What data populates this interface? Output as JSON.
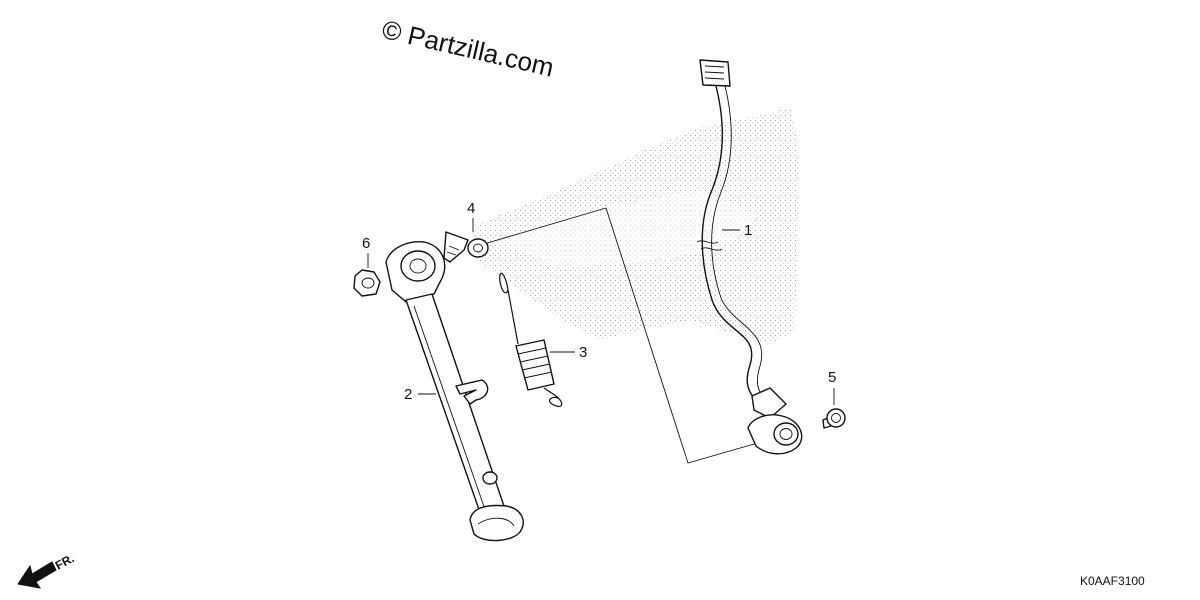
{
  "watermark": "© Partzilla.com",
  "diagram_code": "K0AAF3100",
  "front_indicator": "FR.",
  "callouts": {
    "part_1": "1",
    "part_2": "2",
    "part_3": "3",
    "part_4": "4",
    "part_5": "5",
    "part_6": "6"
  },
  "parts": [
    {
      "ref": "1",
      "name": "side stand switch with wire harness",
      "icon": "sidestand-switch-icon"
    },
    {
      "ref": "2",
      "name": "side stand",
      "icon": "sidestand-icon"
    },
    {
      "ref": "3",
      "name": "spring",
      "icon": "spring-icon"
    },
    {
      "ref": "4",
      "name": "pivot bolt",
      "icon": "bolt-icon"
    },
    {
      "ref": "5",
      "name": "switch bolt",
      "icon": "small-bolt-icon"
    },
    {
      "ref": "6",
      "name": "nut",
      "icon": "nut-icon"
    }
  ]
}
